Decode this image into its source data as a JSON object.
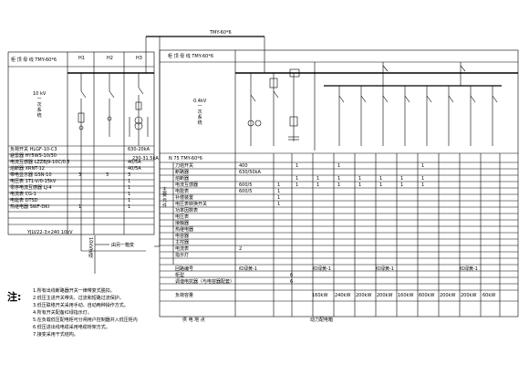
{
  "left_panel": {
    "header_label": "柜 顶 母 线  TMY-60*6",
    "bus_top": "TMY-60*6",
    "col_labels": [
      "H1",
      "H2",
      "H3"
    ],
    "system_label": "10 kV\n一\n次\n系\n统",
    "rows": [
      {
        "name": "负荷开关 HLGF-10-C3",
        "c1": "",
        "c2": "",
        "c3": "630-20kA"
      },
      {
        "name": "避雷器 HY5WS-10/30",
        "c1": "",
        "c2": "",
        "c3": ""
      },
      {
        "name": "电流互感器 LZZBJ9-10C/0.5",
        "c1": "",
        "c2": "",
        "c3": "40/5A"
      },
      {
        "name": "熔断器 XRNT-12",
        "c1": "",
        "c2": "",
        "c3": "40/5A"
      },
      {
        "name": "带电显示器 GSN-10",
        "c1": "3",
        "c2": "3",
        "c3": "3"
      },
      {
        "name": "电压表 1T1-V/0-15kV",
        "c1": "",
        "c2": "",
        "c3": "1"
      },
      {
        "name": "零序电流互感器 LJ-4",
        "c1": "",
        "c2": "",
        "c3": "1"
      },
      {
        "name": "电流表 CG-1",
        "c1": "",
        "c2": "",
        "c3": "1"
      },
      {
        "name": "电能表 DTSD",
        "c1": "",
        "c2": "",
        "c3": "1"
      },
      {
        "name": "热继电器 SWF-DKI",
        "c1": "1",
        "c2": "",
        "c3": "1"
      }
    ],
    "extra_value_h3": "230-31.5kA",
    "cable_label": "YJLV22-3×240 10kV",
    "from_label": "由另一箱变",
    "side_label": "10kV进线"
  },
  "right_panel": {
    "header_label": "柜 顶 母 线  TMY-60*6",
    "bus_top": "TMY-60*6",
    "system_label": "0.4kV\n一\n次\n系\n统",
    "section_header": "N  75  TMY-60*6",
    "side_label": "主\n要\n元\n件",
    "rows": [
      {
        "name": "刀熔开关",
        "vals": [
          "400",
          "",
          "1",
          "",
          "1",
          "",
          "",
          "",
          "1"
        ]
      },
      {
        "name": "断路器",
        "vals": [
          "630/50kA",
          "",
          "",
          "",
          "",
          "",
          "",
          "",
          ""
        ]
      },
      {
        "name": "熔断器",
        "vals": [
          "",
          "",
          "1",
          "1",
          "1",
          "1",
          "1",
          "1",
          "1"
        ]
      },
      {
        "name": "电流互感器",
        "vals": [
          "600/5",
          "1",
          "1",
          "1",
          "1",
          "1",
          "1",
          "1",
          "1"
        ]
      },
      {
        "name": "电能表",
        "vals": [
          "600/5",
          "1",
          "",
          "",
          "",
          "",
          "",
          "",
          ""
        ]
      },
      {
        "name": "补偿装置",
        "vals": [
          "",
          "1",
          "",
          "",
          "",
          "",
          "",
          "",
          ""
        ]
      },
      {
        "name": "电压表转换开关",
        "vals": [
          "",
          "1",
          "",
          "",
          "",
          "",
          "",
          "",
          ""
        ]
      },
      {
        "name": "功率因数表",
        "vals": [
          "",
          "",
          "",
          "",
          "",
          "",
          "",
          "",
          ""
        ]
      },
      {
        "name": "电压表",
        "vals": [
          "",
          "",
          "",
          "",
          "",
          "",
          "",
          "",
          ""
        ]
      },
      {
        "name": "接触器",
        "vals": [
          "",
          "",
          "",
          "",
          "",
          "",
          "",
          "",
          ""
        ]
      },
      {
        "name": "热继电器",
        "vals": [
          "",
          "",
          "",
          "",
          "",
          "",
          "",
          "",
          ""
        ]
      },
      {
        "name": "电容器",
        "vals": [
          "",
          "",
          "",
          "",
          "",
          "",
          "",
          "",
          ""
        ]
      },
      {
        "name": "主控器",
        "vals": [
          "",
          "",
          "",
          "",
          "",
          "",
          "",
          "",
          ""
        ]
      },
      {
        "name": "电流表",
        "vals": [
          "2",
          "",
          "",
          "",
          "",
          "",
          "",
          "",
          ""
        ]
      },
      {
        "name": "指示灯",
        "vals": [
          "",
          "",
          "",
          "",
          "",
          "",
          "",
          "",
          ""
        ]
      }
    ],
    "loop_row_label": "回路编号",
    "loop_values": [
      "红绿黄-1",
      "",
      "红绿黄-1",
      "",
      "红绿黄-1",
      "",
      "红绿黄-1"
    ],
    "panel_type_label": "柜型",
    "panel_type_value": "6",
    "panel_model_label": "调谐电抗器（与电容器配套）",
    "panel_model_value": "6",
    "capacity_label": "负荷容量",
    "capacity_values": [
      "160kW",
      "240kW",
      "200kW",
      "200kW",
      "160kW",
      "600kW",
      "200kW",
      "200kW",
      "60kW"
    ],
    "bottom_left_label": "供 电 地 点",
    "bottom_right_label": "动力配电箱"
  },
  "notes": {
    "title": "注:",
    "items": [
      "1.所有出线断路器开关一律带复式脱扣。",
      "2.低压主进开关带失、过流和短路过流保护。",
      "3.低压联络开关采用手动、自动两种操作方式。",
      "4.所有开关配备红绿指示灯。",
      "5.在负载低压配电柜可分闸用户控制器并入低压柜内",
      "6.低压进出线电缆采用电缆桥架方式。",
      "7.接变采用干式结构。"
    ]
  }
}
